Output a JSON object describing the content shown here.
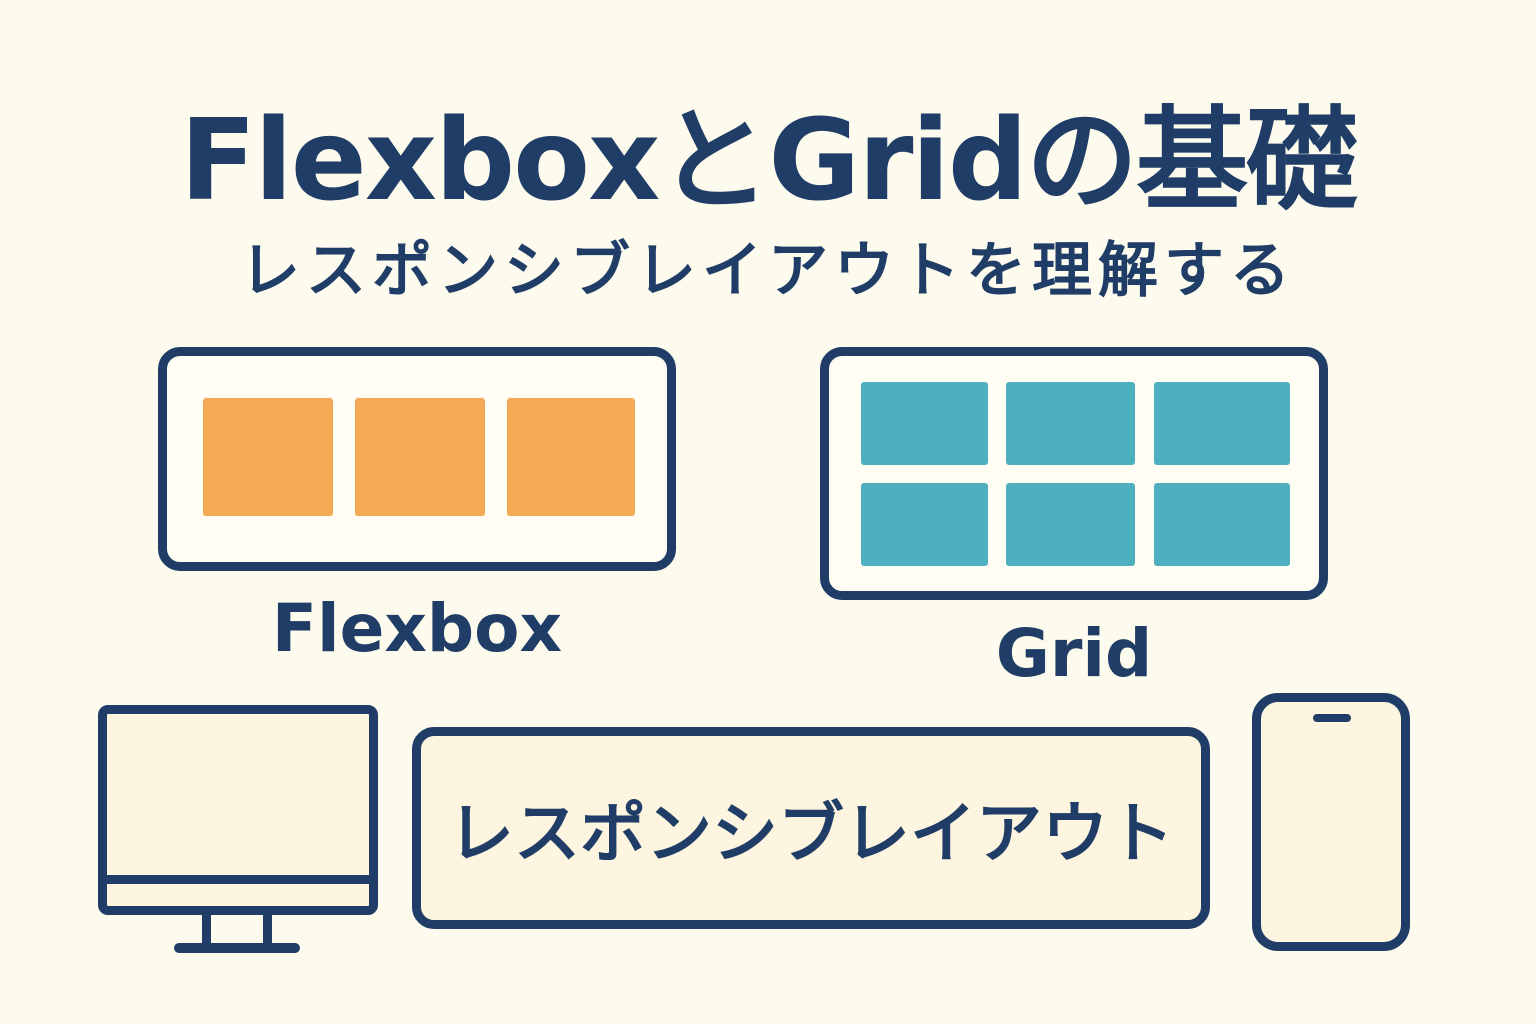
{
  "title": "FlexboxとGridの基礎",
  "subtitle": "レスポンシブレイアウトを理解する",
  "flexbox": {
    "label": "Flexbox",
    "color": "#f4a955",
    "items": 3
  },
  "grid": {
    "label": "Grid",
    "color": "#4cb0bf",
    "items": 6
  },
  "responsive": {
    "label": "レスポンシブレイアウト"
  },
  "accent": "#1f3d66"
}
